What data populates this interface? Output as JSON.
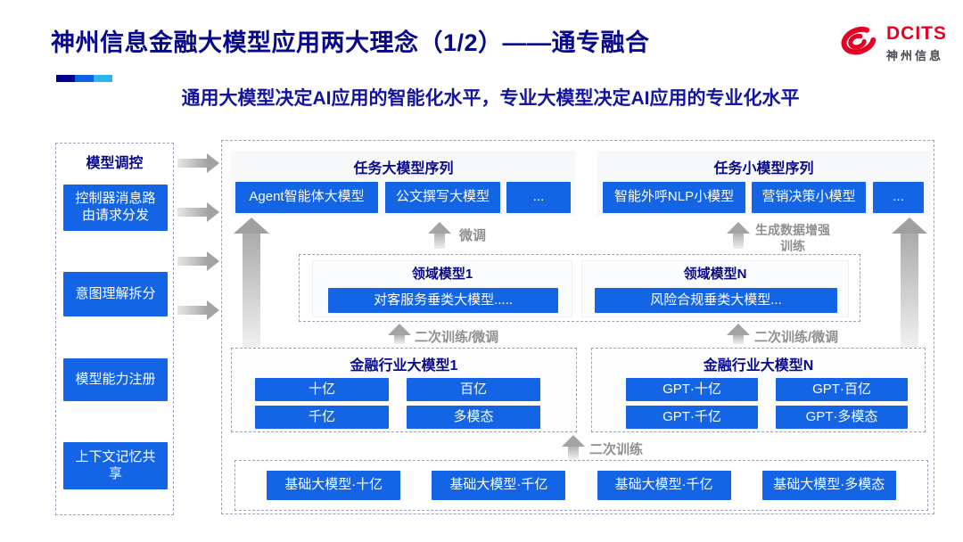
{
  "header": {
    "title": "神州信息金融大模型应用两大理念（1/2）——通专融合",
    "subtitle": "通用大模型决定AI应用的智能化水平，专业大模型决定AI应用的专业化水平",
    "logo": {
      "brand": "DCITS",
      "brand_cn": "神州信息"
    },
    "colors": {
      "title_navy": "#08088A",
      "subtitle_navy": "#1414A0",
      "accent_blue": "#1464E6",
      "logo_red": "#E60023",
      "arrow_gray": "#a3a3a3",
      "deco": [
        "#00008B",
        "#0D62E0",
        "#2BB8E8"
      ]
    }
  },
  "sidebar": {
    "title": "模型调控",
    "items": [
      {
        "label": "控制器消息路由请求分发"
      },
      {
        "label": "意图理解拆分"
      },
      {
        "label": "模型能力注册"
      },
      {
        "label": "上下文记忆共享"
      }
    ]
  },
  "main": {
    "task_large": {
      "title": "任务大模型序列",
      "buttons": [
        "Agent智能体大模型",
        "公文撰写大模型",
        "..."
      ]
    },
    "task_small": {
      "title": "任务小模型序列",
      "buttons": [
        "智能外呼NLP小模型",
        "营销决策小模型",
        "..."
      ]
    },
    "labels": {
      "finetune": "微调",
      "augment": "生成数据增强训练",
      "retrain_finetune_left": "二次训练/微调",
      "retrain_finetune_right": "二次训练/微调",
      "retrain": "二次训练"
    },
    "domain": {
      "model1": {
        "title": "领域模型1",
        "button": "对客服务垂类大模型....."
      },
      "modelN": {
        "title": "领域模型N",
        "button": "风险合规垂类大模型..."
      }
    },
    "industry": {
      "model1": {
        "title": "金融行业大模型1",
        "buttons": [
          "十亿",
          "百亿",
          "千亿",
          "多模态"
        ]
      },
      "modelN": {
        "title": "金融行业大模型N",
        "buttons": [
          "GPT·十亿",
          "GPT·百亿",
          "GPT·千亿",
          "GPT·多模态"
        ]
      }
    },
    "foundation": {
      "buttons": [
        "基础大模型·十亿",
        "基础大模型·千亿",
        "基础大模型·千亿",
        "基础大模型·多模态"
      ]
    }
  }
}
